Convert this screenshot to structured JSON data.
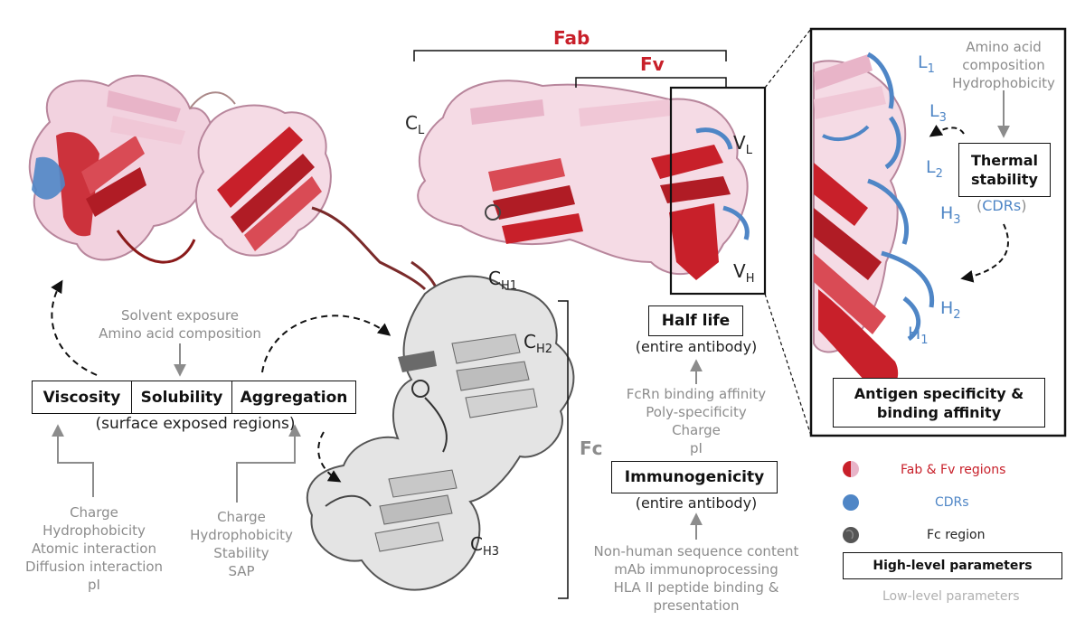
{
  "fab_label": "Fab",
  "fv_label": "Fv",
  "fc_label": "Fc",
  "domain_labels": {
    "cl": "C",
    "cl_sub": "L",
    "vl": "V",
    "vl_sub": "L",
    "vh": "V",
    "vh_sub": "H",
    "ch1": "C",
    "ch1_sub": "H1",
    "ch2": "C",
    "ch2_sub": "H2",
    "ch3": "C",
    "ch3_sub": "H3"
  },
  "cdr_labels": {
    "l1": "L",
    "l1_sub": "1",
    "l2": "L",
    "l2_sub": "2",
    "l3": "L",
    "l3_sub": "3",
    "h1": "H",
    "h1_sub": "1",
    "h2": "H",
    "h2_sub": "2",
    "h3": "H",
    "h3_sub": "3"
  },
  "left_panel": {
    "top_params": [
      "Solvent exposure",
      "Amino acid composition"
    ],
    "viscosity": "Viscosity",
    "solubility": "Solubility",
    "aggregation": "Aggregation",
    "surface_note": "(surface exposed regions)",
    "viscosity_params": [
      "Charge",
      "Hydrophobicity",
      "Atomic interaction",
      "Diffusion interaction",
      "pI"
    ],
    "aggregation_params": [
      "Charge",
      "Hydrophobicity",
      "Stability",
      "SAP"
    ]
  },
  "middle_panel": {
    "half_life": "Half life",
    "half_life_note": "(entire antibody)",
    "half_life_params": [
      "FcRn binding affinity",
      "Poly-specificity",
      "Charge",
      "pI"
    ],
    "immunogenicity": "Immunogenicity",
    "immunogenicity_note": "(entire antibody)",
    "immunogenicity_params": [
      "Non-human sequence content",
      "mAb immunoprocessing",
      "HLA II peptide binding &",
      "presentation"
    ]
  },
  "right_panel": {
    "top_params": [
      "Amino acid",
      "composition",
      "Hydrophobicity"
    ],
    "thermal_line1": "Thermal",
    "thermal_line2": "stability",
    "cdrs_note_open": "(",
    "cdrs_note": "CDRs",
    "cdrs_note_close": ")",
    "antigen_line1": "Antigen specificity &",
    "antigen_line2": "binding affinity"
  },
  "legend": {
    "fab_fv": "Fab & Fv regions",
    "cdrs": "CDRs",
    "fc": "Fc region",
    "high": "High-level parameters",
    "low": "Low-level parameters"
  },
  "colors": {
    "red": "#c8202a",
    "pink": "#e8b4c8",
    "blue": "#4f86c6",
    "gray": "#8c8c8c",
    "fc_gray": "#c8c8c8",
    "black": "#111111"
  }
}
